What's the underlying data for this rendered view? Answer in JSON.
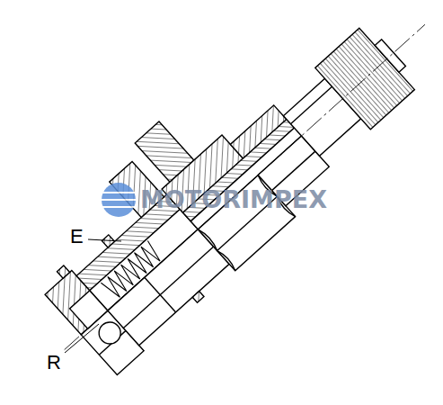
{
  "diagram": {
    "labels": [
      "E",
      "R",
      "MOTORIMPEX"
    ]
  }
}
